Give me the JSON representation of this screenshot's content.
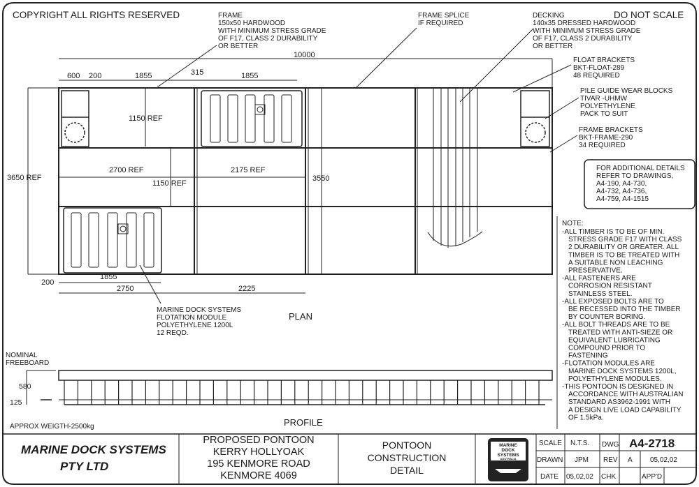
{
  "header": {
    "copyright": "COPYRIGHT ALL RIGHTS RESERVED",
    "do_not_scale": "DO NOT SCALE"
  },
  "callouts": {
    "frame": [
      "FRAME",
      "150x50 HARDWOOD",
      "WITH MINIMUM STRESS GRADE",
      "OF F17, CLASS 2 DURABILITY",
      "OR BETTER"
    ],
    "frame_splice": [
      "FRAME SPLICE",
      "IF REQUIRED"
    ],
    "decking": [
      "DECKING",
      "140x35 DRESSED HARDWOOD",
      "WITH MINIMUM STRESS GRADE",
      "OF F17, CLASS 2 DURABILITY",
      "OR BETTER"
    ],
    "float_brackets": [
      "FLOAT BRACKETS",
      "BKT-FLOAT-289",
      "48 REQUIRED"
    ],
    "pile_guide": [
      "PILE GUIDE WEAR BLOCKS",
      "TIVAR -UHMW",
      "POLYETHYLENE",
      "PACK TO SUIT"
    ],
    "frame_brackets": [
      "FRAME BRACKETS",
      "BKT-FRAME-290",
      "34 REQUIRED"
    ],
    "flotation_module": [
      "MARINE DOCK SYSTEMS",
      "FLOTATION MODULE",
      "POLYETHYLENE 1200L",
      "12 REQD."
    ]
  },
  "reference_box": [
    "FOR ADDITIONAL DETAILS",
    "REFER TO DRAWINGS,",
    "A4-190, A4-730,",
    "A4-732, A4-736,",
    "A4-759, A4-1515"
  ],
  "dimensions": {
    "overall": "10000",
    "d600": "600",
    "d200_top": "200",
    "d1855_a": "1855",
    "d315": "315",
    "d1855_b": "1855",
    "ref_1150_a": "1150 REF",
    "ref_2700": "2700 REF",
    "ref_1150_b": "1150 REF",
    "ref_2175": "2175 REF",
    "d3550": "3550",
    "ref_3650": "3650 REF",
    "d200_bottom": "200",
    "d1855_c": "1855",
    "d2750": "2750",
    "d2225": "2225",
    "d580": "580",
    "d125": "125"
  },
  "labels": {
    "plan": "PLAN",
    "profile": "PROFILE",
    "nominal_freeboard": [
      "NOMINAL",
      "FREEBOARD"
    ],
    "approx_weight": "APPROX WEIGTH-2500kg"
  },
  "notes": {
    "title": "NOTE:",
    "lines": [
      "-ALL TIMBER IS TO BE OF MIN.",
      " STRESS GRADE F17 WITH CLASS",
      " 2 DURABILITY OR GREATER. ALL",
      " TIMBER IS TO BE TREATED WITH",
      " A SUITABLE NON LEACHING",
      " PRESERVATIVE.",
      "-ALL FASTENERS ARE",
      " CORROSION RESISTANT",
      " STAINLESS STEEL.",
      "-ALL EXPOSED BOLTS ARE TO",
      " BE RECESSED INTO THE TIMBER",
      " BY COUNTER BORING.",
      "-ALL BOLT THREADS ARE TO BE",
      " TREATED WITH ANTI-SIEZE OR",
      " EQUIVALENT LUBRICATING",
      " COMPOUND PRIOR TO",
      " FASTENING",
      "-FLOTATION MODULES ARE",
      " MARINE DOCK SYSTEMS 1200L,",
      " POLYETHYLENE MODULES.",
      "-THIS PONTOON IS DESIGNED IN",
      " ACCORDANCE WITH AUSTRALIAN",
      " STANDARD AS3962-1991 WITH",
      " A DESIGN LIVE LOAD CAPABILITY",
      " OF 1.5kPa."
    ]
  },
  "title_block": {
    "company": [
      "MARINE DOCK SYSTEMS",
      "PTY LTD"
    ],
    "project": [
      "PROPOSED PONTOON",
      "KERRY HOLLYOAK",
      "195 KENMORE ROAD",
      "KENMORE 4069"
    ],
    "drawing_title": [
      "PONTOON",
      "CONSTRUCTION",
      "DETAIL"
    ],
    "logo": [
      "MARINE",
      "DOCK",
      "SYSTEMS",
      "AUSTRALIA"
    ],
    "scale_label": "SCALE",
    "scale_value": "N.T.S.",
    "dwg_label": "DWG",
    "dwg_value": "A4-2718",
    "drawn_label": "DRAWN",
    "drawn_value": "JPM",
    "rev_label": "REV",
    "rev_value": "A",
    "rev_date": "05,02,02",
    "date_label": "DATE",
    "date_value": "05,02,02",
    "chk_label": "CHK",
    "appd_label": "APP'D"
  }
}
